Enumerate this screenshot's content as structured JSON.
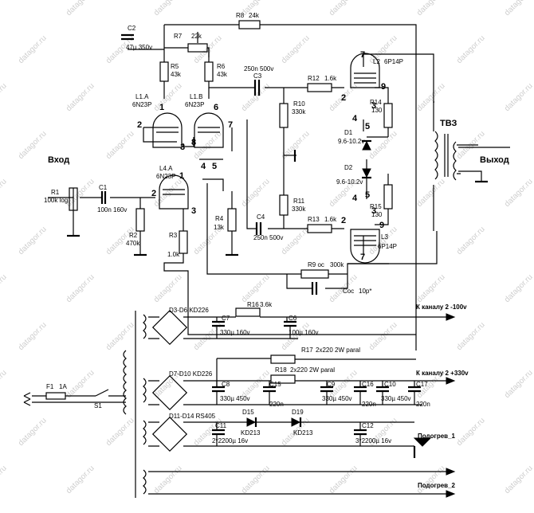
{
  "watermark": "datagor.ru",
  "io": {
    "input": "Вход",
    "output": "Выход",
    "transformer": "ТВЗ"
  },
  "resistors": {
    "R1": [
      "R1",
      "100k log"
    ],
    "R2": [
      "R2",
      "470k"
    ],
    "R3": [
      "R3",
      "1.0k"
    ],
    "R4": [
      "R4",
      "13k"
    ],
    "R5": [
      "R5",
      "43k"
    ],
    "R6": [
      "R6",
      "43k"
    ],
    "R7": [
      "R7",
      "22k"
    ],
    "R8": [
      "R8",
      "24k"
    ],
    "R9": [
      "R9 ос",
      "300k"
    ],
    "R10": [
      "R10",
      "330k"
    ],
    "R11": [
      "R11",
      "330k"
    ],
    "R12": [
      "R12",
      "1.6k"
    ],
    "R13": [
      "R13",
      "1.6k"
    ],
    "R14": [
      "R14",
      "130"
    ],
    "R15": [
      "R15",
      "130"
    ],
    "R16": [
      "R16",
      "3.6k"
    ],
    "R17": [
      "R17",
      "2x220 2W paral"
    ],
    "R18": [
      "R18",
      "2x220 2W paral"
    ]
  },
  "capacitors": {
    "C1": [
      "C1",
      "100n 160v"
    ],
    "C2": [
      "C2",
      "47µ 350v"
    ],
    "C3": [
      "C3",
      "250n 500v"
    ],
    "C4": [
      "C4",
      "250n 500v"
    ],
    "C6": [
      "C6",
      "100µ 160v"
    ],
    "C7": [
      "C7",
      "330µ 160v"
    ],
    "C8": [
      "C8",
      "330µ 450v"
    ],
    "C9": [
      "C9",
      "330µ 450v"
    ],
    "C10": [
      "C10",
      "330µ 450v"
    ],
    "C11": [
      "C11",
      "2*2200µ 16v"
    ],
    "C12": [
      "C12",
      "3*2200µ 16v"
    ],
    "C15": [
      "C15",
      "220n"
    ],
    "C16": [
      "C16",
      "220n"
    ],
    "C17": [
      "C17",
      "220n"
    ],
    "Coc": [
      "Coc",
      "10p*"
    ]
  },
  "tubes": {
    "L1A": [
      "L1.A",
      "6N23P"
    ],
    "L1B": [
      "L1.B",
      "6N23P"
    ],
    "L4A": [
      "L4.A",
      "6N23P"
    ],
    "L2": [
      "L2",
      "6P14P"
    ],
    "L3": [
      "L3",
      "6P14P"
    ]
  },
  "diodes": {
    "D1": [
      "D1",
      "9.6-10.2v"
    ],
    "D2": [
      "D2",
      "9.6-10.2v"
    ],
    "D3": "D3-D6 KD226",
    "D7": "D7-D10 KD226",
    "D11": "D11-D14 RS405",
    "D15": [
      "D15",
      "KD213"
    ],
    "D19": [
      "D19",
      "KD213"
    ]
  },
  "power": {
    "fuse": [
      "F1",
      "1A"
    ],
    "switch": "S1",
    "rail_minus": "К каналу 2 -100v",
    "rail_plus": "К каналу 2 +330v",
    "heater1": "Подогрев_1",
    "heater2": "Подогрев_2"
  },
  "pins": [
    "1",
    "2",
    "3",
    "6",
    "7",
    "8",
    "4",
    "5",
    "1",
    "2",
    "3",
    "7",
    "9",
    "2",
    "3",
    "4",
    "5",
    "9",
    "3",
    "2",
    "4",
    "5",
    "7"
  ]
}
